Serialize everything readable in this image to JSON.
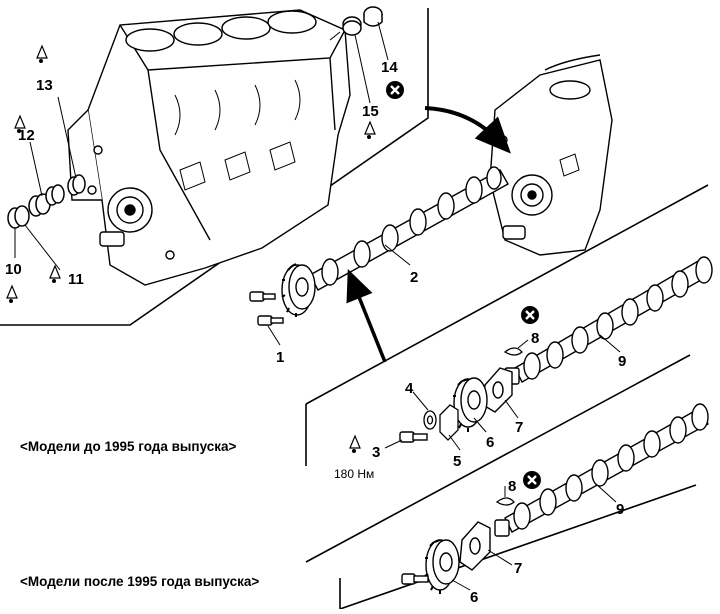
{
  "labels": {
    "l1": "1",
    "l2": "2",
    "l3": "3",
    "l4": "4",
    "l5": "5",
    "l6a": "6",
    "l6b": "6",
    "l7a": "7",
    "l7b": "7",
    "l8a": "8",
    "l8b": "8",
    "l9a": "9",
    "l9b": "9",
    "l10": "10",
    "l11": "11",
    "l12": "12",
    "l13": "13",
    "l14": "14",
    "l15": "15"
  },
  "torque": "180 Нм",
  "captions": {
    "before_1995": "<Модели до 1995 года выпуска>",
    "after_1995": "<Модели после 1995 года выпуска>"
  },
  "icons": {
    "replace": "replace-part-x-icon",
    "lubricate": "oil-can-icon"
  },
  "colors": {
    "ink": "#000000",
    "paper": "#ffffff"
  }
}
